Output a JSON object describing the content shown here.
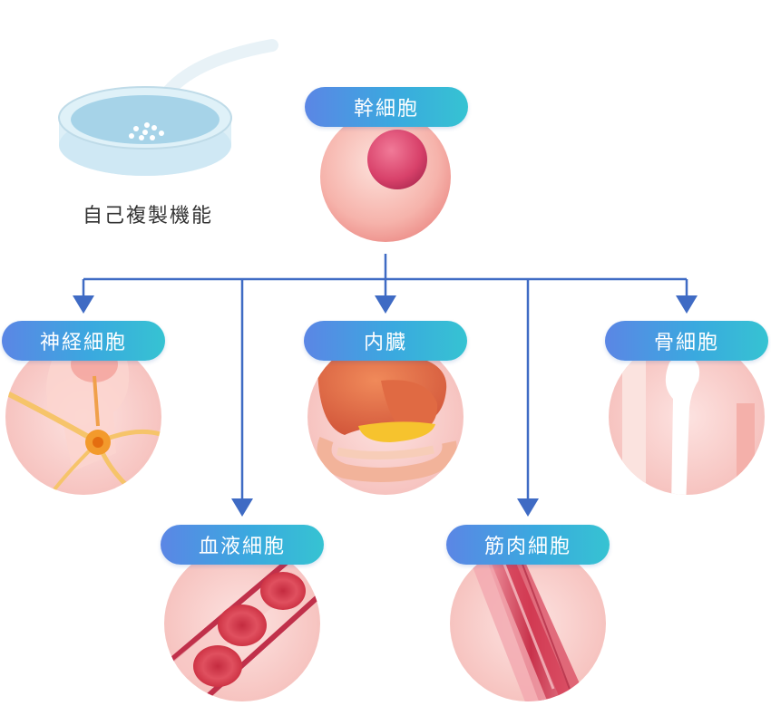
{
  "title": "",
  "self_replication": {
    "label": "自己複製機能"
  },
  "root": {
    "label": "幹細胞"
  },
  "children": [
    {
      "label": "神経細胞",
      "icon": "neuron-icon"
    },
    {
      "label": "血液細胞",
      "icon": "blood-cells-icon"
    },
    {
      "label": "内臓",
      "icon": "organs-icon"
    },
    {
      "label": "筋肉細胞",
      "icon": "muscle-fiber-icon"
    },
    {
      "label": "骨細胞",
      "icon": "bone-icon"
    }
  ],
  "colors": {
    "pill_start": "#5b86e5",
    "pill_end": "#36c3d2",
    "connector": "#3f6bc4",
    "circle_bg": "#f7c6c4",
    "nucleus": "#d8416a"
  }
}
